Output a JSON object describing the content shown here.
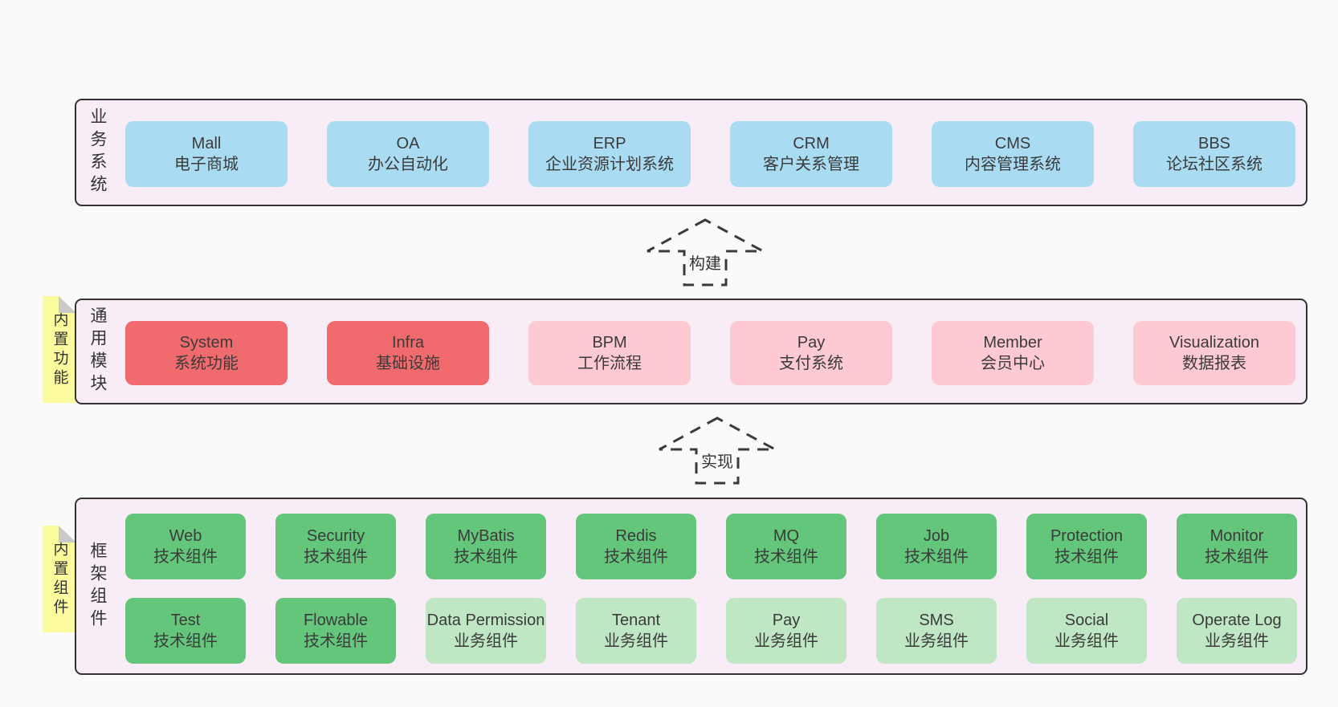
{
  "layers": {
    "business": {
      "label": "业务系统",
      "boxes": [
        {
          "title": "Mall",
          "subtitle": "电子商城"
        },
        {
          "title": "OA",
          "subtitle": "办公自动化"
        },
        {
          "title": "ERP",
          "subtitle": "企业资源计划系统"
        },
        {
          "title": "CRM",
          "subtitle": "客户关系管理"
        },
        {
          "title": "CMS",
          "subtitle": "内容管理系统"
        },
        {
          "title": "BBS",
          "subtitle": "论坛社区系统"
        }
      ]
    },
    "modules": {
      "label": "通用模块",
      "note": "内置功能",
      "boxes": [
        {
          "title": "System",
          "subtitle": "系统功能"
        },
        {
          "title": "Infra",
          "subtitle": "基础设施"
        },
        {
          "title": "BPM",
          "subtitle": "工作流程"
        },
        {
          "title": "Pay",
          "subtitle": "支付系统"
        },
        {
          "title": "Member",
          "subtitle": "会员中心"
        },
        {
          "title": "Visualization",
          "subtitle": "数据报表"
        }
      ]
    },
    "components": {
      "label": "框架组件",
      "note": "内置组件",
      "row1": [
        {
          "title": "Web",
          "subtitle": "技术组件"
        },
        {
          "title": "Security",
          "subtitle": "技术组件"
        },
        {
          "title": "MyBatis",
          "subtitle": "技术组件"
        },
        {
          "title": "Redis",
          "subtitle": "技术组件"
        },
        {
          "title": "MQ",
          "subtitle": "技术组件"
        },
        {
          "title": "Job",
          "subtitle": "技术组件"
        },
        {
          "title": "Protection",
          "subtitle": "技术组件"
        },
        {
          "title": "Monitor",
          "subtitle": "技术组件"
        }
      ],
      "row2": [
        {
          "title": "Test",
          "subtitle": "技术组件"
        },
        {
          "title": "Flowable",
          "subtitle": "技术组件"
        },
        {
          "title": "Data Permission",
          "subtitle": "业务组件"
        },
        {
          "title": "Tenant",
          "subtitle": "业务组件"
        },
        {
          "title": "Pay",
          "subtitle": "业务组件"
        },
        {
          "title": "SMS",
          "subtitle": "业务组件"
        },
        {
          "title": "Social",
          "subtitle": "业务组件"
        },
        {
          "title": "Operate Log",
          "subtitle": "业务组件"
        }
      ]
    }
  },
  "arrows": {
    "build": "构建",
    "implement": "实现"
  },
  "colors": {
    "page_bg": "#fafafa",
    "band_bg": "#f8edf6",
    "band_border": "#333333",
    "box_blue": "#a9dcf2",
    "box_red": "#f16b6e",
    "box_pink": "#fdc9d2",
    "box_green": "#63c67a",
    "box_light_green": "#bfe7c4",
    "note_yellow": "#fbfb9e",
    "note_fold_gray": "#c9c9c9"
  }
}
